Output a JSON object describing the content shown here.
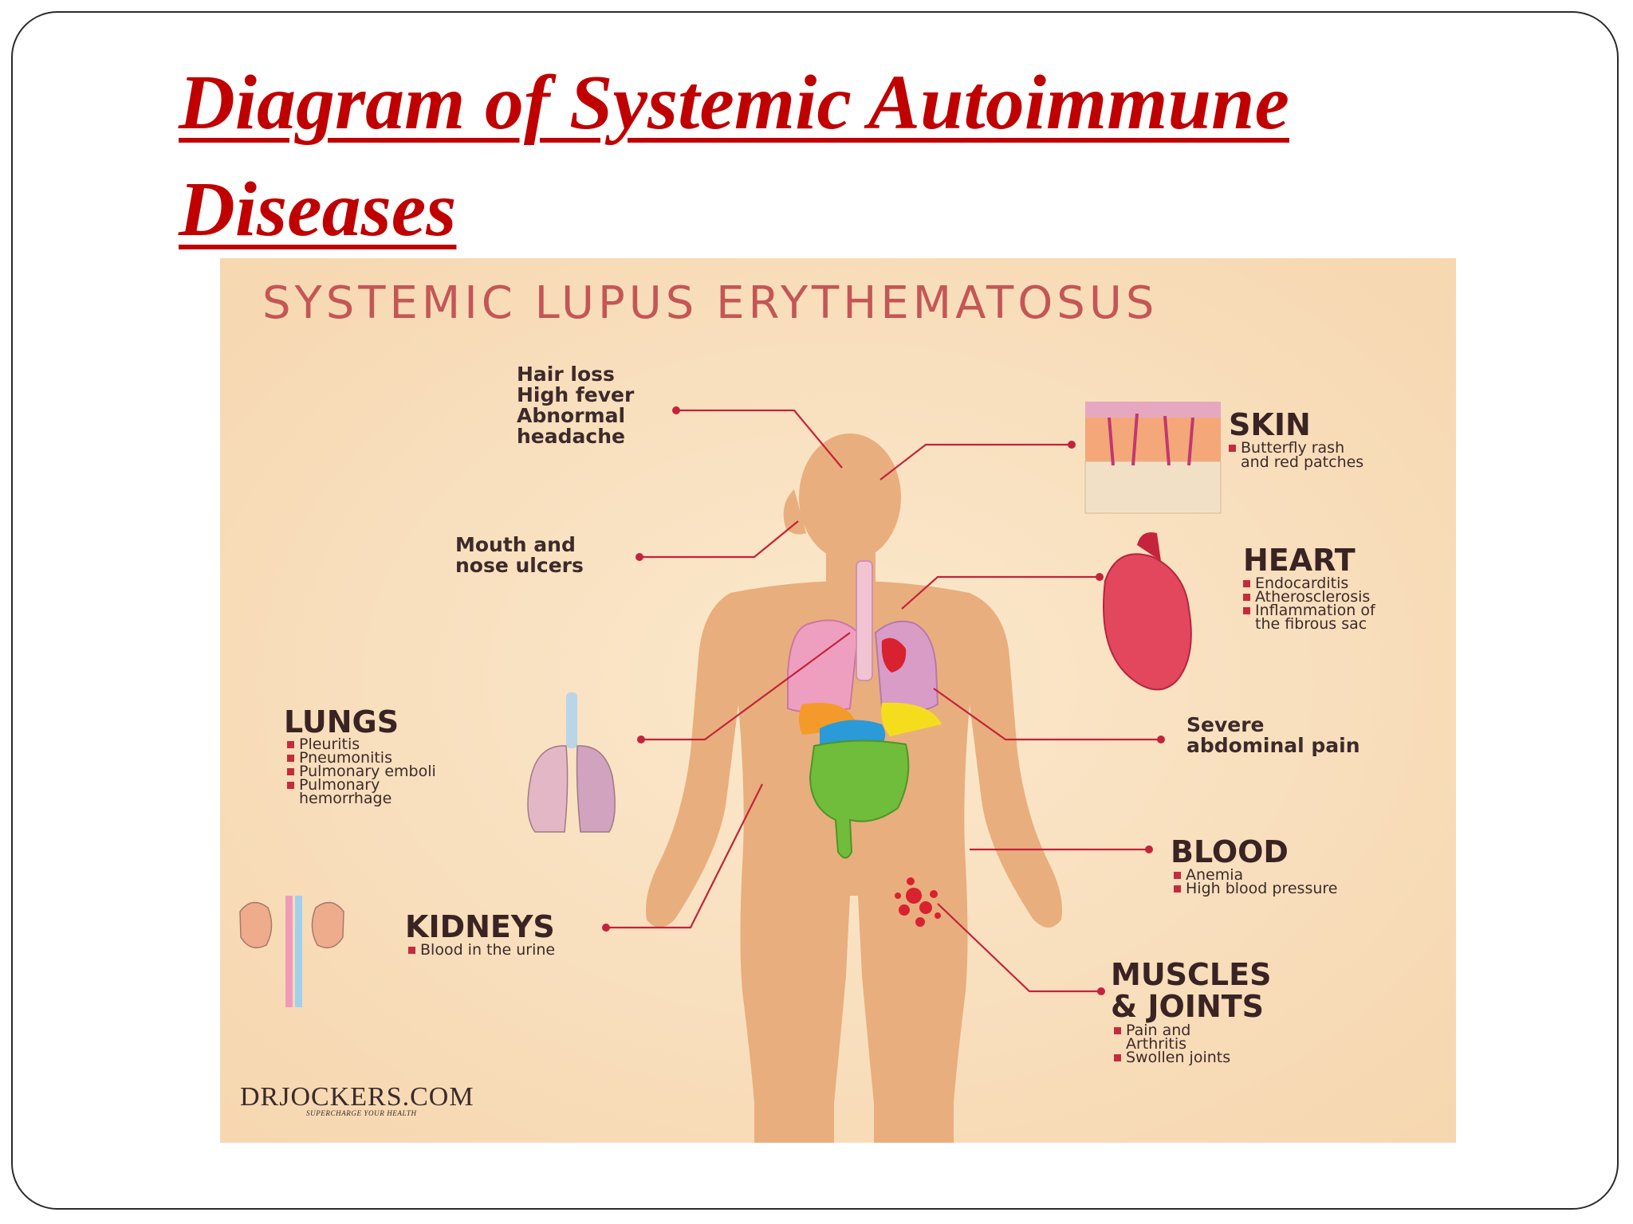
{
  "slide": {
    "title": "Diagram of Systemic Autoimmune Diseases"
  },
  "colors": {
    "title": "#c00000",
    "infographic_bg": "#f8ddb7",
    "body": "#e9ae7e",
    "accent_red": "#c3233b"
  },
  "infographic": {
    "heading": "SYSTEMIC LUPUS ERYTHEMATOSUS",
    "head_symptoms": [
      "Hair loss",
      "High fever",
      "Abnormal",
      "headache"
    ],
    "mouth": [
      "Mouth and",
      "nose ulcers"
    ],
    "abdominal": [
      "Severe",
      "abdominal pain"
    ],
    "skin": {
      "title": "SKIN",
      "bullets": [
        [
          "Butterfly rash",
          "and red patches"
        ]
      ]
    },
    "heart": {
      "title": "HEART",
      "bullets": [
        [
          "Endocarditis"
        ],
        [
          "Atherosclerosis"
        ],
        [
          "Inflammation of",
          "the fibrous sac"
        ]
      ]
    },
    "lungs": {
      "title": "LUNGS",
      "bullets": [
        [
          "Pleuritis"
        ],
        [
          "Pneumonitis"
        ],
        [
          "Pulmonary emboli"
        ],
        [
          "Pulmonary",
          "hemorrhage"
        ]
      ]
    },
    "blood": {
      "title": "BLOOD",
      "bullets": [
        [
          "Anemia"
        ],
        [
          "High blood pressure"
        ]
      ]
    },
    "kidneys": {
      "title": "KIDNEYS",
      "bullets": [
        [
          "Blood in the urine"
        ]
      ]
    },
    "muscles": {
      "title": [
        "MUSCLES",
        "& JOINTS"
      ],
      "bullets": [
        [
          "Pain and",
          "Arthritis"
        ],
        [
          "Swollen joints"
        ]
      ]
    },
    "brand": {
      "name": "DRJOCKERS.COM",
      "tagline": "SUPERCHARGE YOUR HEALTH"
    }
  }
}
